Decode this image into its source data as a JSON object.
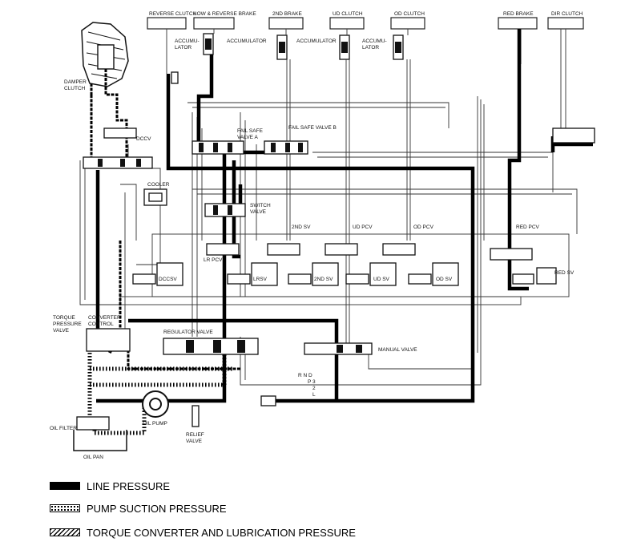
{
  "diagram": {
    "labels": {
      "reverse_clutch": "REVERSE CLUTCH",
      "low_reverse_brake": "LOW & REVERSE BRAKE",
      "brake_2nd": "2ND BRAKE",
      "ud_clutch": "UD CLUTCH",
      "od_clutch": "OD CLUTCH",
      "red_brake": "RED BRAKE",
      "dir_clutch": "DIR CLUTCH",
      "accumulator_1": "ACCUMU-",
      "accumulator_1b": "LATOR",
      "accumulator_2": "ACCUMULATOR",
      "accumulator_3": "ACCUMULATOR",
      "accumulator_4": "ACCUMU-",
      "accumulator_4b": "LATOR",
      "damper_clutch_1": "DAMPER",
      "damper_clutch_2": "CLUTCH",
      "dccv": "DCCV",
      "cooler": "COOLER",
      "fail_safe_a_1": "FAIL SAFE",
      "fail_safe_a_2": "VALVE A",
      "fail_safe_b": "FAIL SAFE VALVE B",
      "switch_valve_1": "SWITCH",
      "switch_valve_2": "VALVE",
      "sv_2nd": "2ND SV",
      "ud_pcv": "UD PCV",
      "od_pcv": "OD PCV",
      "red_pcv": "RED PCV",
      "lr_pcv": "LR PCV",
      "dcc_sv": "DCCSV",
      "lr_sv": "LRSV",
      "sv_2nd_b": "2ND SV",
      "ud_sv": "UD SV",
      "od_sv": "OD SV",
      "red_sv": "RED SV",
      "tpv_1": "TORQUE",
      "tpv_2": "PRESSURE",
      "tpv_3": "VALVE",
      "conv_1": "CONVERTER",
      "conv_2": "CONTROL",
      "regulator_valve": "REGULATOR VALVE",
      "manual_valve": "MANUAL VALVE",
      "gear_1": "R  N  D",
      "gear_2": "P  3",
      "gear_3": "2",
      "gear_4": "L",
      "oil_filter": "OIL FILTER",
      "oil_pump": "OIL PUMP",
      "oil_pan": "OIL PAN",
      "relief_1": "RELIEF",
      "relief_2": "VALVE"
    }
  },
  "legend": {
    "line_pressure": "LINE PRESSURE",
    "pump_suction": "PUMP SUCTION PRESSURE",
    "tc_lube": "TORQUE CONVERTER AND LUBRICATION PRESSURE"
  }
}
